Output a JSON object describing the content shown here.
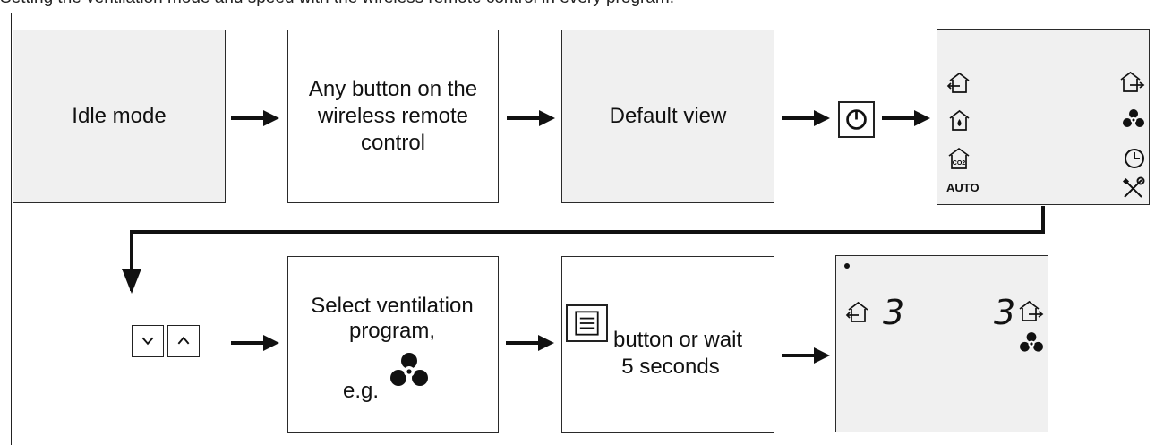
{
  "diagram": {
    "caption_strip": "Setting the ventilation mode and speed with the wireless remote control in every program.",
    "row1": {
      "idle_mode": "Idle mode",
      "any_button": "Any button on the wireless remote control",
      "default_view": "Default view",
      "icons_box": {
        "auto_label": "AUTO"
      }
    },
    "row2": {
      "select_ventilation_line1": "Select ventilation",
      "select_ventilation_line2": "program,",
      "select_ventilation_line3": "e.g.",
      "menu_line1": "button or wait",
      "menu_line2": "5 seconds",
      "display_box": {
        "left_value": "3",
        "right_value": "3"
      }
    },
    "icons": {
      "power": "power-icon",
      "down": "chevron-down-icon",
      "up": "chevron-up-icon",
      "menu": "menu-icon",
      "fan": "fan-icon",
      "clock": "clock-icon",
      "tools": "tools-icon",
      "home_exhaust": "home-exhaust-icon",
      "home_supply": "home-supply-icon",
      "home_humidity": "home-humidity-icon",
      "home_co2": "home-co2-icon"
    },
    "colors": {
      "shaded_box": "#f0f0f0",
      "line": "#111111"
    }
  }
}
